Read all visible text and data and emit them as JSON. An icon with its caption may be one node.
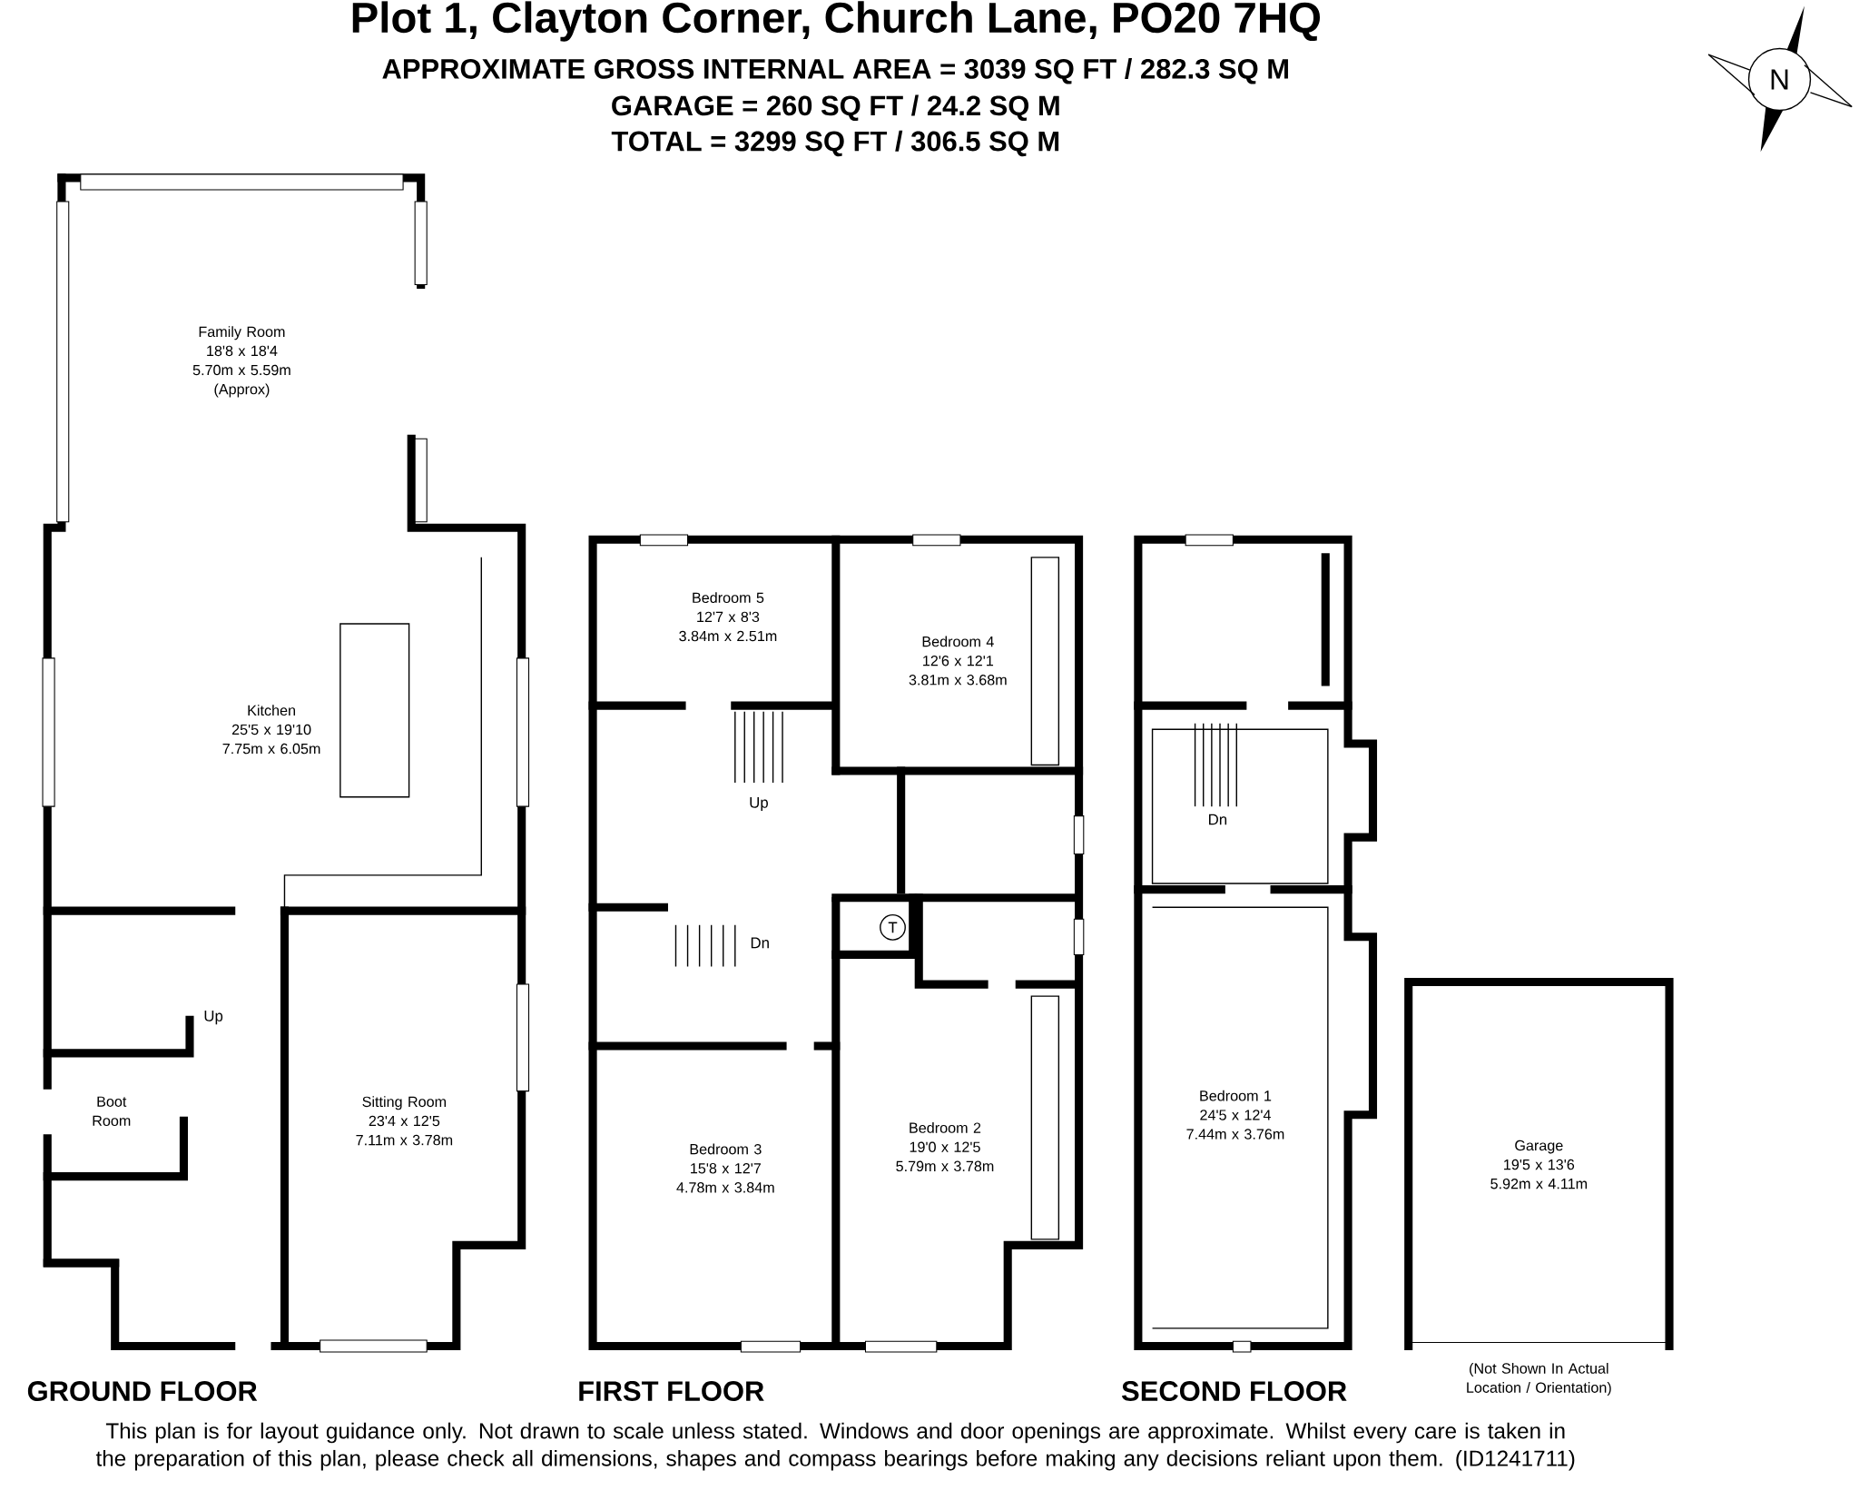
{
  "diagram": {
    "title": "Plot 1, Clayton Corner, Church Lane, PO20 7HQ",
    "caption": "This plan is for layout guidance only. Not drawn to scale unless stated. Windows and door openings are approximate. Whilst every care is taken in the preparation of this plan, please check all dimensions, shapes and compass bearings before making any decisions reliant upon them. (ID1241711)",
    "nodes": [
      {
        "text": [
          "Family Room",
          "18'8 x 18'4",
          "5.70m x 5.59m",
          "(Approx)"
        ]
      },
      {
        "text": [
          "Kitchen",
          "25'5 x 19'10",
          "7.75m x 6.05m"
        ]
      },
      {
        "text": [
          "Boot Room"
        ]
      },
      {
        "text": [
          "Sitting Room",
          "23'4 x 12'5",
          "7.11m x 3.78m"
        ]
      },
      {
        "text": [
          "Bedroom 5",
          "12'7 x 8'3",
          "3.84m x 2.51m"
        ]
      },
      {
        "text": [
          "Bedroom 4",
          "12'6 x 12'1",
          "3.81m x 3.68m"
        ]
      },
      {
        "text": [
          "Bedroom 3",
          "15'8 x 12'7",
          "4.78m x 3.84m"
        ]
      },
      {
        "text": [
          "Bedroom 2",
          "19'0 x 12'5",
          "5.79m x 3.78m"
        ]
      },
      {
        "text": [
          "Bedroom 1",
          "24'5 x 12'4",
          "7.44m x 3.76m"
        ]
      },
      {
        "text": [
          "Garage",
          "19'5 x 13'6",
          "5.92m x 4.11m"
        ]
      }
    ],
    "labels": [
      "APPROXIMATE GROSS INTERNAL AREA = 3039 SQ FT / 282.3 SQ M",
      "GARAGE = 260 SQ FT / 24.2 SQ M",
      "TOTAL = 3299 SQ FT / 306.5 SQ M",
      "N",
      "Up",
      "Up",
      "Dn",
      "T",
      "Dn",
      "GROUND FLOOR",
      "FIRST FLOOR",
      "SECOND FLOOR",
      "(Not Shown In Actual Location / Orientation)"
    ]
  }
}
